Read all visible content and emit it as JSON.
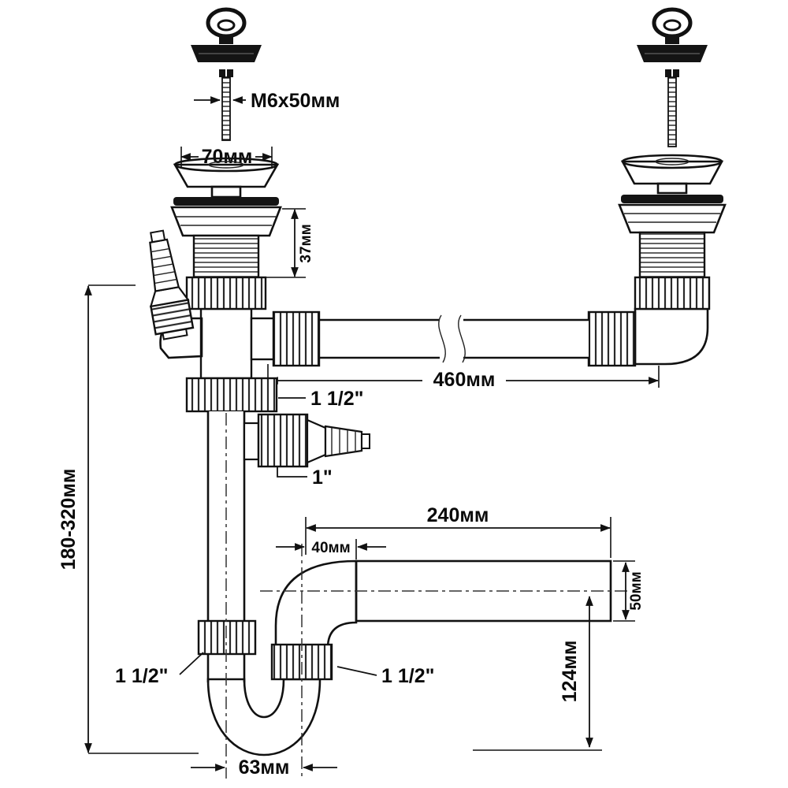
{
  "diagram": {
    "kind": "sink-siphon-technical-drawing",
    "labels": {
      "screw_size": "M6x50мм",
      "strainer_diameter": "70мм",
      "strainer_height": "37мм",
      "connecting_pipe_length": "460мм",
      "tee_nut_size": "1 1/2\"",
      "hose_barb_size": "1\"",
      "outlet_pipe_length": "240мм",
      "outlet_offset": "40мм",
      "outlet_pipe_diameter": "50мм",
      "outlet_drop_height": "124мм",
      "overall_height_range": "180-320мм",
      "trap_width": "63мм",
      "trap_inlet_nut_size": "1 1/2\"",
      "trap_outlet_nut_size": "1 1/2\""
    },
    "colors": {
      "line": "#111111",
      "background": "#ffffff",
      "solid_parts": "#141414"
    }
  }
}
